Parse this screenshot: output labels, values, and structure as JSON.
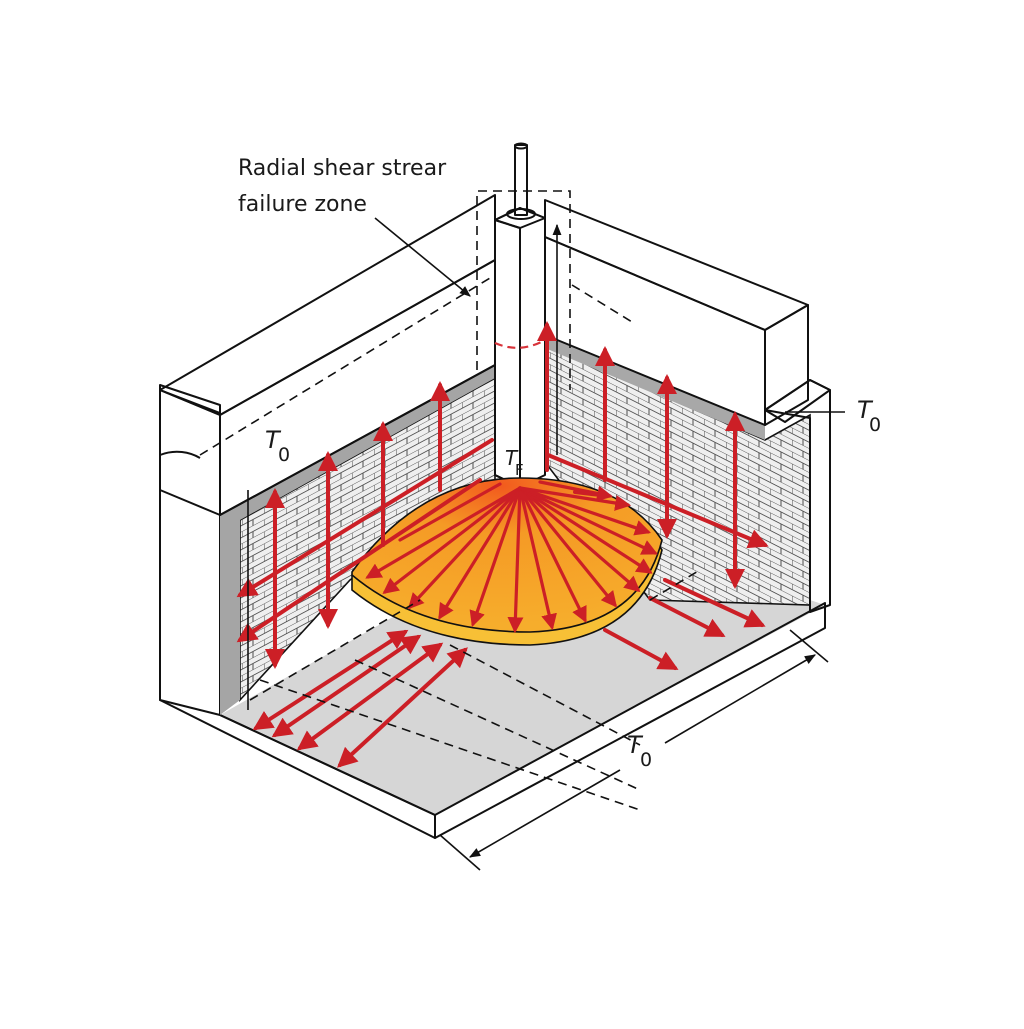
{
  "diagram": {
    "title_label": {
      "line1": "Radial shear strear",
      "line2": "failure zone"
    },
    "symbols": {
      "t0_left_beam": {
        "main": "T",
        "sub": "0"
      },
      "t0_right_wall": {
        "main": "T",
        "sub": "0"
      },
      "t0_bottom_dimension": {
        "main": "T",
        "sub": "0"
      },
      "column_base": {
        "main": "T",
        "sub": "F"
      }
    },
    "components": [
      "column",
      "column-rebar",
      "left-beam",
      "right-beam",
      "left-brick-wall",
      "right-brick-wall",
      "foundation-slab",
      "radial-failure-disc"
    ],
    "colors": {
      "background": "#ffffff",
      "concrete_light": "#d9d9d9",
      "concrete_top": "#e2e2e2",
      "concrete_dark": "#a9a9a9",
      "brick_fill": "#efefef",
      "brick_line": "#555555",
      "failure_zone_fill": "#f6a623",
      "failure_zone_rim": "#f7c036",
      "stress_arrow": "#cc1f26",
      "line": "#111111"
    },
    "arrow_groups": {
      "radial_from_column": 16,
      "left_wall_vertical": 3,
      "left_wall_horizontal": 2,
      "right_wall_vertical": 4,
      "right_wall_horizontal": 2,
      "floor_left_double": 4,
      "floor_right_single": 3
    }
  }
}
